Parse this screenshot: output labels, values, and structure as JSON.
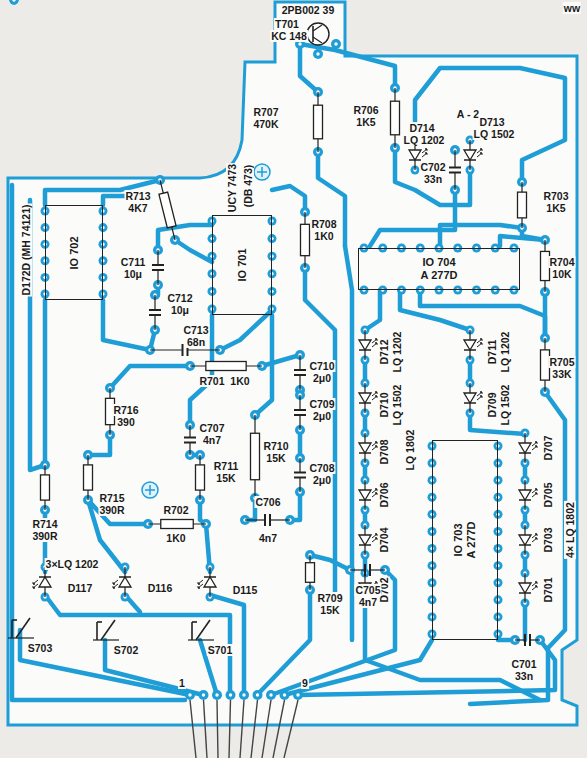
{
  "diagram": {
    "nodes": [
      {
        "text": [
          "IO 702"
        ]
      },
      {
        "text": [
          "IO 701"
        ]
      },
      {
        "text": [
          "IO 704",
          "A 277D"
        ]
      },
      {
        "text": [
          "IO 703",
          "A 277D"
        ]
      }
    ],
    "labels": [
      "ww",
      "2PB002 39",
      "T701",
      "KC 148",
      "R707",
      "470K",
      "R706",
      "1K5",
      "A - 2",
      "D714",
      "LQ 1202",
      "D713",
      "LQ 1502",
      "C702",
      "33n",
      "R703",
      "1K5",
      "R713",
      "4K7",
      "D172D (MH 74121)",
      "UCY 7473",
      "(DB 473)",
      "R708",
      "1K0",
      "R704",
      "10K",
      "C711",
      "10μ",
      "C712",
      "10μ",
      "C713",
      "68n",
      "R701",
      "1K0",
      "C710",
      "2μ0",
      "C709",
      "2μ0",
      "R705",
      "33K",
      "D712",
      "LQ 1202",
      "D710",
      "LQ 1502",
      "D711",
      "LQ 1202",
      "D709",
      "LQ 1502",
      "D708",
      "LQ 1802",
      "D706",
      "D704",
      "D702",
      "D707",
      "D705",
      "D703",
      "D701",
      "4× LQ 1802",
      "C708",
      "2μ0",
      "R716",
      "390",
      "C707",
      "4n7",
      "R711",
      "15K",
      "R710",
      "15K",
      "C706",
      "4n7",
      "R714",
      "390R",
      "R715",
      "390R",
      "R702",
      "1K0",
      "3×LQ 1202",
      "D117",
      "D116",
      "D115",
      "S703",
      "S702",
      "S701",
      "R709",
      "15K",
      "C705",
      "4n7",
      "C701",
      "33n",
      "1",
      "9"
    ]
  }
}
